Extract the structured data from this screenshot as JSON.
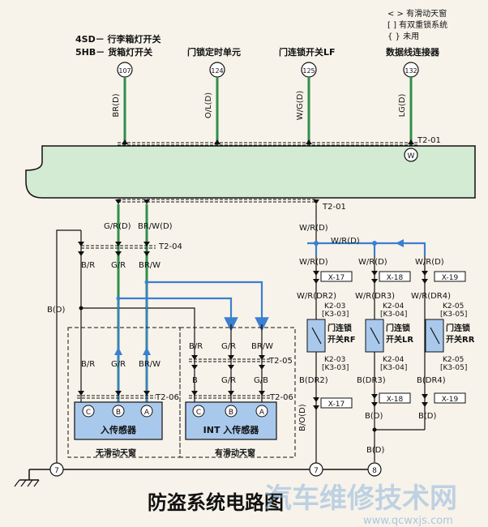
{
  "legend": {
    "sliding": "< > 有滑动天窗",
    "double_lock": "[ ] 有双重锁系统",
    "unused": "{ } 未用"
  },
  "top_components": [
    {
      "line1": "4SD－ 行李箱灯开关",
      "line2": "5HB－ 货箱灯开关",
      "pin": "107",
      "wire": "BR(D)"
    },
    {
      "line1": "门锁定时单元",
      "pin": "124",
      "wire": "O/L(D)"
    },
    {
      "line1": "门连锁开关LF",
      "pin": "125",
      "wire": "W/G(D)"
    },
    {
      "line1": "数据线连接器",
      "pin": "132",
      "wire": "LG(D)"
    }
  ],
  "module_connectors": {
    "top": "T2-01",
    "bottom": "T2-01",
    "w_pin": "W"
  },
  "wires": {
    "gr_d": "G/R(D)",
    "brw_d": "BR/W(D)",
    "br": "B/R",
    "gr": "G/R",
    "brw": "BR/W",
    "t204": "T2-04",
    "bd_left": "B(D)",
    "wr_d": "W/R(D)"
  },
  "sensor_no_sunroof": {
    "br": "B/R",
    "gr": "G/R",
    "brw": "BR/W",
    "conn": "T2-06",
    "pins": [
      "C",
      "B",
      "A"
    ],
    "name": "入传感器",
    "box_label": "无滑动天窗"
  },
  "sensor_sunroof": {
    "br": "B/R",
    "gr": "G/R",
    "brw": "BR/W",
    "conn_top": "T2-05",
    "b": "B",
    "gr2": "G/R",
    "gb": "G/B",
    "conn": "T2-06",
    "pins": [
      "C",
      "B",
      "A"
    ],
    "name": "INT 入传感器",
    "box_label": "有滑动天窗"
  },
  "door_switches": [
    {
      "wire_in": "W/R(D)",
      "conn_in": "X-17",
      "wire_top": "W/R(DR2)",
      "k_top": "K2-03",
      "k_top2": "[K3-03]",
      "name1": "门连锁",
      "name2": "开关RF",
      "k_bot": "K2-03",
      "k_bot2": "[K3-03]",
      "wire_out": "B(DR2)",
      "conn_out": "X-17",
      "wire_final": "B/O(D)"
    },
    {
      "wire_in": "W/R(D)",
      "conn_in": "X-18",
      "wire_top": "W/R(DR3)",
      "k_top": "K2-04",
      "k_top2": "[K3-04]",
      "name1": "门连锁",
      "name2": "开关LR",
      "k_bot": "K2-04",
      "k_bot2": "[K3-04]",
      "wire_out": "B(DR3)",
      "conn_out": "X-18",
      "wire_final": "B(D)"
    },
    {
      "wire_in": "W/R(D)",
      "conn_in": "X-19",
      "wire_top": "W/R(DR4)",
      "k_top": "K2-05",
      "k_top2": "[K3-05]",
      "name1": "门连锁",
      "name2": "开关RR",
      "k_bot": "K2-05",
      "k_bot2": "[K3-05]",
      "wire_out": "B(DR4)",
      "conn_out": "X-19",
      "wire_final": "B(D)"
    }
  ],
  "wr_branch": "W/R(D)",
  "ground": {
    "g7a": "7",
    "g7b": "7",
    "g8": "8",
    "bd": "B(D)"
  },
  "title": "防盗系统电路图",
  "watermark": {
    "main": "汽车维修技术网",
    "url": "www.qcwxjs.com"
  },
  "colors": {
    "green": "#2f8f4a",
    "blue": "#3b7fd1",
    "module": "#d3ead3",
    "sensor": "#a9c9ec"
  }
}
